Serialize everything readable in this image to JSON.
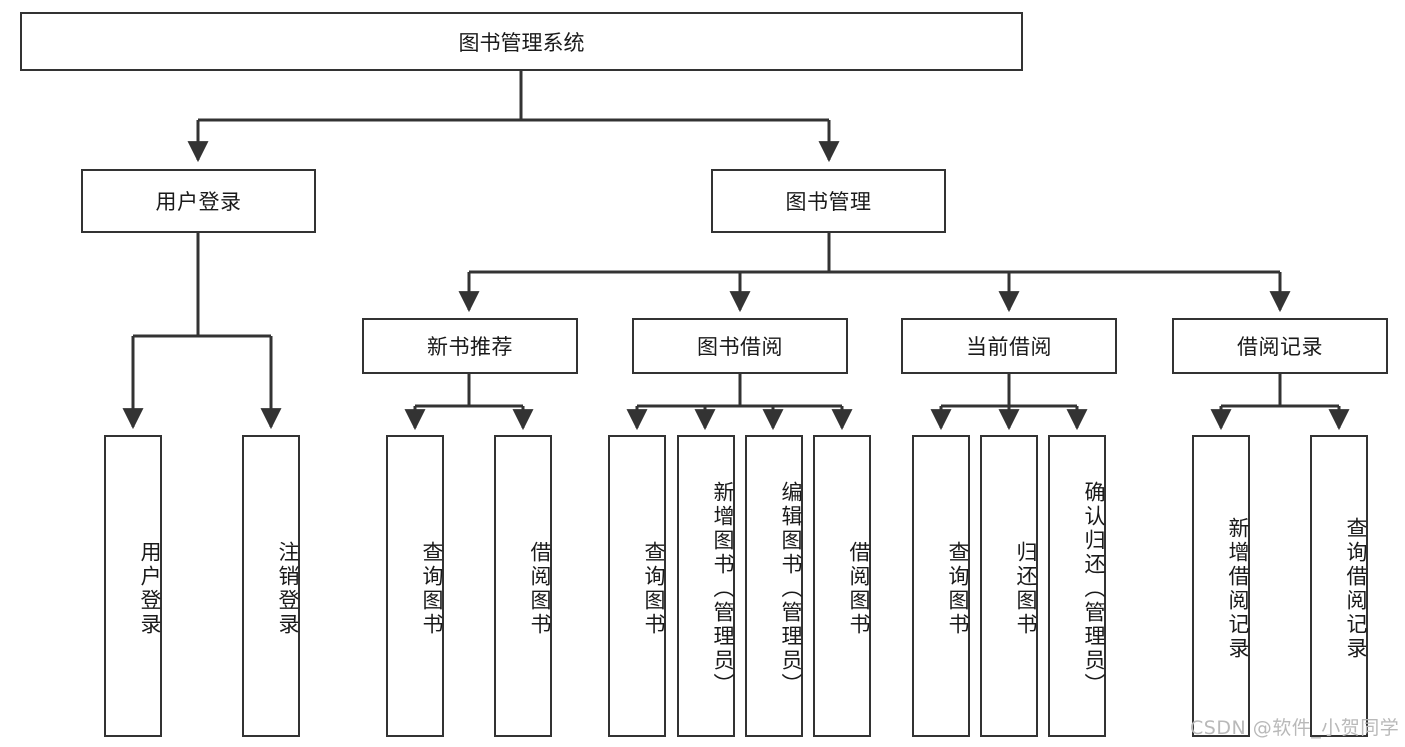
{
  "diagram": {
    "type": "tree",
    "title": "图书管理系统",
    "root": {
      "label": "图书管理系统"
    },
    "level2": [
      {
        "label": "用户登录"
      },
      {
        "label": "图书管理"
      }
    ],
    "level3": [
      {
        "label": "新书推荐"
      },
      {
        "label": "图书借阅"
      },
      {
        "label": "当前借阅"
      },
      {
        "label": "借阅记录"
      }
    ],
    "leaves": {
      "user_login": [
        {
          "label": "用户登录"
        },
        {
          "label": "注销登录"
        }
      ],
      "new_book_recommend": [
        {
          "label": "查询图书"
        },
        {
          "label": "借阅图书"
        }
      ],
      "book_borrow": [
        {
          "label": "查询图书"
        },
        {
          "label": "新增图书（管理员）"
        },
        {
          "label": "编辑图书（管理员）"
        },
        {
          "label": "借阅图书"
        }
      ],
      "current_borrow": [
        {
          "label": "查询图书"
        },
        {
          "label": "归还图书"
        },
        {
          "label": "确认归还（管理员）"
        }
      ],
      "borrow_record": [
        {
          "label": "新增借阅记录"
        },
        {
          "label": "查询借阅记录"
        }
      ]
    }
  },
  "watermark": {
    "text": "CSDN @软件_小贺同学"
  },
  "colors": {
    "stroke": "#333333",
    "background": "#ffffff",
    "text": "#1a1a1a",
    "watermark": "#b9b9b9"
  }
}
